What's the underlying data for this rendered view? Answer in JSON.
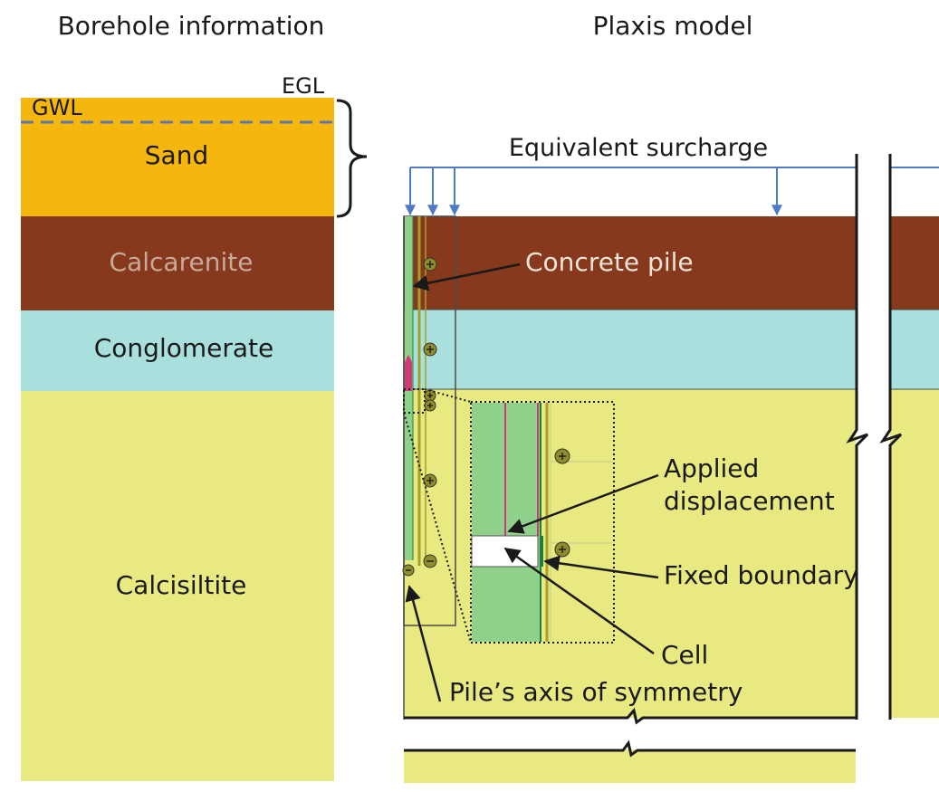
{
  "headings": {
    "left": "Borehole information",
    "right": "Plaxis model"
  },
  "borehole": {
    "egl": "EGL",
    "gwl": "GWL",
    "layers": [
      {
        "name": "Sand",
        "color": "#f5b60e"
      },
      {
        "name": "Calcarenite",
        "color": "#86391c"
      },
      {
        "name": "Conglomerate",
        "color": "#a9e0de"
      },
      {
        "name": "Calcisiltite",
        "color": "#e9e981"
      }
    ],
    "gwl_line_color": "#5f78a8"
  },
  "model": {
    "surcharge": "Equivalent surcharge",
    "labels": {
      "concrete_pile": "Concrete pile",
      "applied_displacement_1": "Applied",
      "applied_displacement_2": "displacement",
      "fixed_boundary": "Fixed boundary",
      "cell": "Cell",
      "axis": "Pile’s axis of symmetry"
    },
    "colors": {
      "load_arrow": "#4f7bc4",
      "pile_green": "#8fd18a",
      "pile_line": "#a4a02c",
      "displacement": "#d03a78",
      "fixed": "#1c7f3a"
    }
  }
}
